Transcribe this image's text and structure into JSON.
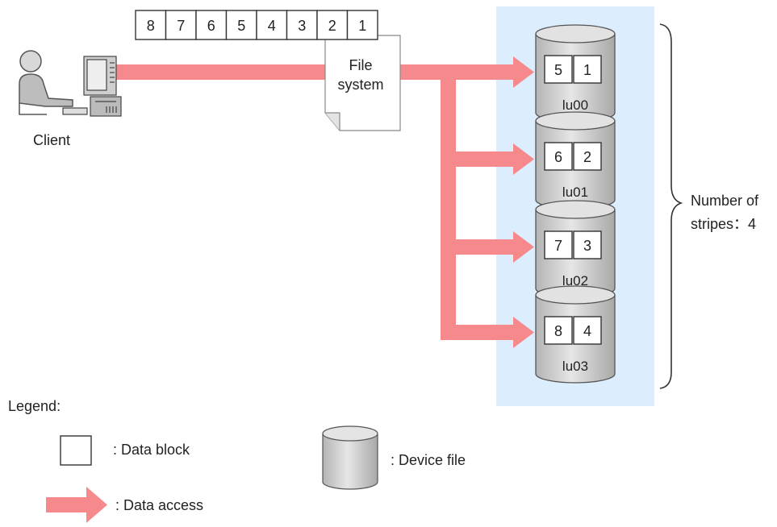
{
  "client": {
    "label": "Client"
  },
  "file_blocks": [
    "8",
    "7",
    "6",
    "5",
    "4",
    "3",
    "2",
    "1"
  ],
  "file_system": {
    "line1": "File",
    "line2": "system"
  },
  "devices": [
    {
      "name": "lu00",
      "blocks": [
        "5",
        "1"
      ]
    },
    {
      "name": "lu01",
      "blocks": [
        "6",
        "2"
      ]
    },
    {
      "name": "lu02",
      "blocks": [
        "7",
        "3"
      ]
    },
    {
      "name": "lu03",
      "blocks": [
        "8",
        "4"
      ]
    }
  ],
  "stripes": {
    "line1": "Number of",
    "line2": "stripes：4"
  },
  "legend": {
    "title": "Legend:",
    "data_block": ": Data block",
    "device_file": ": Device file",
    "data_access": ": Data access"
  },
  "colors": {
    "arrow": "#f5898b",
    "storage_bg": "#dceefd",
    "cylinder": "#c8c8c8"
  }
}
